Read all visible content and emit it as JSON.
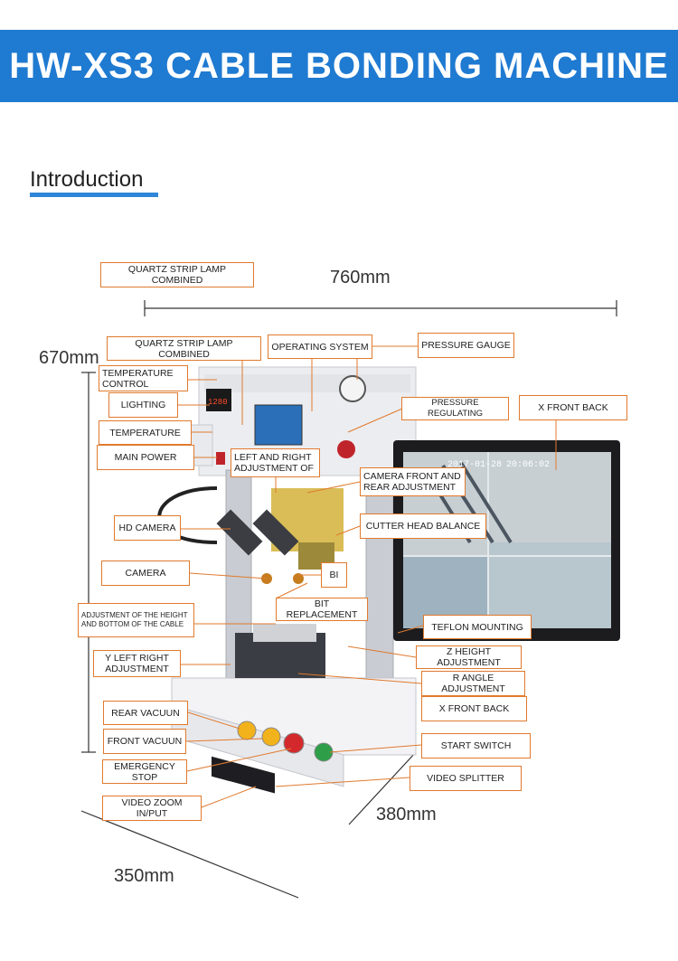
{
  "header": {
    "title": "HW-XS3 CABLE BONDING MACHINE"
  },
  "section": {
    "title": "Introduction"
  },
  "dimensions": {
    "width": "760mm",
    "height": "670mm",
    "depth": "380mm",
    "base": "350mm"
  },
  "monitor": {
    "overlay_text_1": "2017-01-28",
    "overlay_text_2": "20:06:02"
  },
  "callouts": {
    "quartz_top": "QUARTZ STRIP LAMP COMBINED",
    "quartz_2": "QUARTZ STRIP LAMP COMBINED",
    "operating_system": "OPERATING SYSTEM",
    "pressure_gauge": "PRESSURE GAUGE",
    "temperature_control": "TEMPERATURE\nCONTROL",
    "lighting": "LIGHTING",
    "pressure_regulating": "PRESSURE REGULATING",
    "x_front_back_top": "X FRONT BACK",
    "temperature": "TEMPERATURE",
    "main_power": "MAIN POWER",
    "left_right_adjust": "LEFT AND RIGHT\nADJUSTMENT OF",
    "camera_front_rear": "CAMERA FRONT AND\nREAR ADJUSTMENT",
    "hd_camera": "HD CAMERA",
    "cutter_head_balance": "CUTTER HEAD BALANCE",
    "camera": "CAMERA",
    "bi": "BI",
    "bit_replacement": "BIT REPLACEMENT",
    "adjust_height_cable": "ADJUSTMENT OF THE HEIGHT\nAND BOTTOM OF THE CABLE",
    "teflon_mounting": "TEFLON MOUNTING",
    "y_left_right": "Y LEFT RIGHT\nADJUSTMENT",
    "z_height": "Z HEIGHT ADJUSTMENT",
    "r_angle": "R ANGLE ADJUSTMENT",
    "rear_vacuum": "REAR VACUUN",
    "x_front_back_bottom": "X FRONT BACK",
    "front_vacuum": "FRONT  VACUUN",
    "start_switch": "START SWITCH",
    "emergency_stop": "EMERGENCY STOP",
    "video_splitter": "VIDEO SPLITTER",
    "video_zoom": "VIDEO ZOOM IN/PUT"
  },
  "colors": {
    "banner": "#1f7ad1",
    "callout_border": "#e07a2e",
    "accent_line": "#2f86d8"
  }
}
